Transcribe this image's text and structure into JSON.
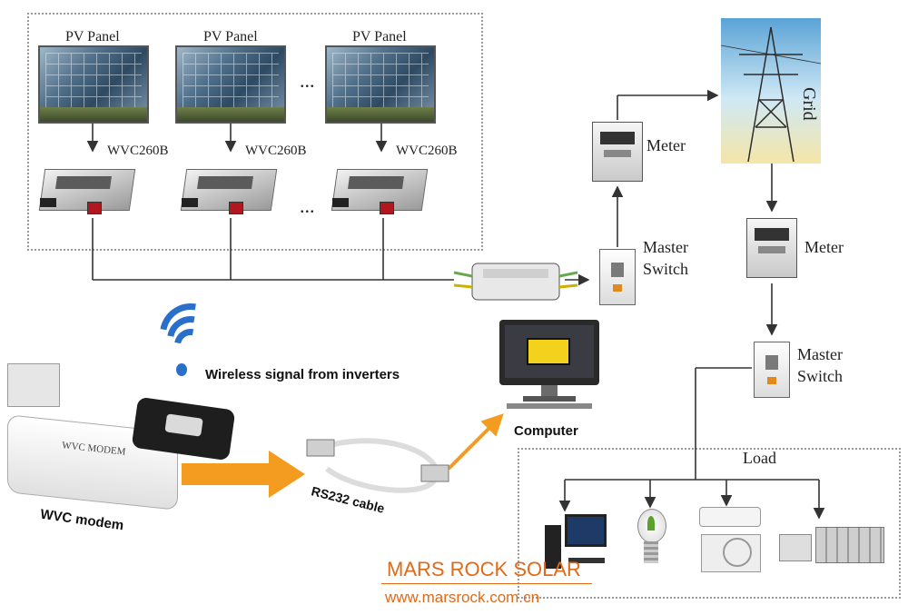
{
  "pv_label": "PV Panel",
  "inverter_label": "WVC260B",
  "ellipsis": "...",
  "meter_label": "Meter",
  "master_switch_label": [
    "Master",
    "Switch"
  ],
  "grid_label": "Grid",
  "load_label": "Load",
  "wireless_label": "Wireless signal from inverters",
  "computer_label": "Computer",
  "rs232_label": "RS232 cable",
  "modem_label": "WVC modem",
  "modem_brand": "WVC MODEM",
  "brand_name": "MARS ROCK SOLAR",
  "brand_url": "www.marsrock.com.cn",
  "colors": {
    "brand": "#e06a18",
    "arrow": "#f39c1f",
    "wireless": "#2a6fc9"
  }
}
